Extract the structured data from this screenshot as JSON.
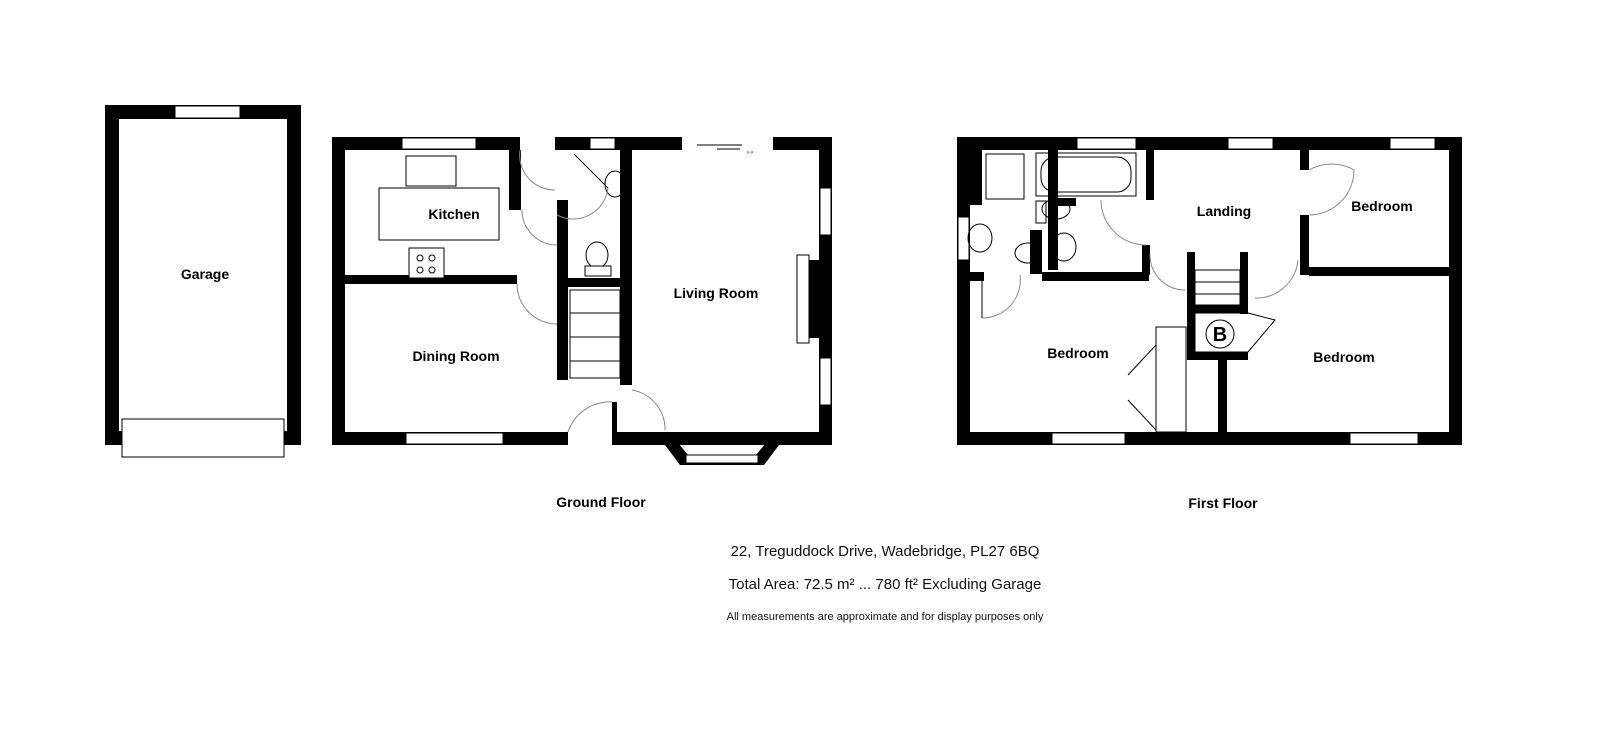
{
  "rooms": {
    "garage": "Garage",
    "kitchen": "Kitchen",
    "dining": "Dining Room",
    "living": "Living Room",
    "landing": "Landing",
    "bedroom_small": "Bedroom",
    "bedroom_left": "Bedroom",
    "bedroom_right": "Bedroom",
    "boiler": "B"
  },
  "floors": {
    "ground": "Ground Floor",
    "first": "First Floor"
  },
  "info": {
    "address": "22, Treguddock Drive, Wadebridge, PL27 6BQ",
    "total_area": "Total Area: 72.5 m² ... 780 ft² Excluding Garage",
    "disclaimer": "All measurements are approximate and for display purposes only"
  }
}
